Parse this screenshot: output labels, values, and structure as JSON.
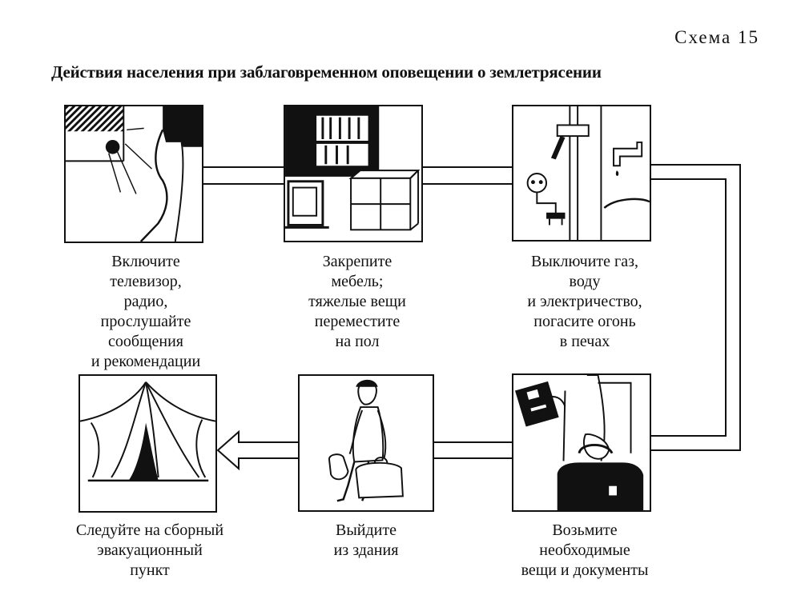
{
  "scheme_label": "Схема 15",
  "title": "Действия населения при заблаговременном оповещении о землетрясении",
  "steps": [
    {
      "icon": "tv-radio-listening-icon",
      "lines": [
        "Включите",
        "телевизор,",
        "радио,",
        "прослушайте",
        "сообщения",
        "и рекомендации"
      ]
    },
    {
      "icon": "furniture-secure-icon",
      "lines": [
        "Закрепите",
        "мебель;",
        "тяжелые вещи",
        "переместите",
        "на пол"
      ]
    },
    {
      "icon": "utilities-off-icon",
      "lines": [
        "Выключите газ,",
        "воду",
        "и электричество,",
        "погасите огонь",
        "в печах"
      ]
    },
    {
      "icon": "documents-bag-icon",
      "lines": [
        "Возьмите",
        "необходимые",
        "вещи  и документы"
      ]
    },
    {
      "icon": "leave-building-icon",
      "lines": [
        "Выйдите",
        "из здания"
      ]
    },
    {
      "icon": "evacuation-tent-icon",
      "lines": [
        "Следуйте на сборный",
        "эвакуационный",
        "пункт"
      ]
    }
  ]
}
